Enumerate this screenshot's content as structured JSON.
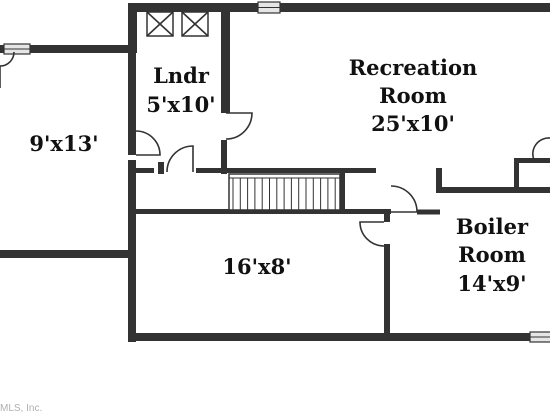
{
  "rooms": {
    "left_room": {
      "size": "9'x13'"
    },
    "laundry": {
      "name": "Lndr",
      "size": "5'x10'"
    },
    "recreation": {
      "name_line1": "Recreation",
      "name_line2": "Room",
      "size": "25'x10'"
    },
    "hall": {
      "size": "16'x8'"
    },
    "boiler": {
      "name_line1": "Boiler",
      "name_line2": "Room",
      "size": "14'x9'"
    }
  },
  "credit": "MLS, Inc.",
  "colors": {
    "wall": "#333333",
    "window": "#e6e6e6",
    "background": "#ffffff"
  }
}
